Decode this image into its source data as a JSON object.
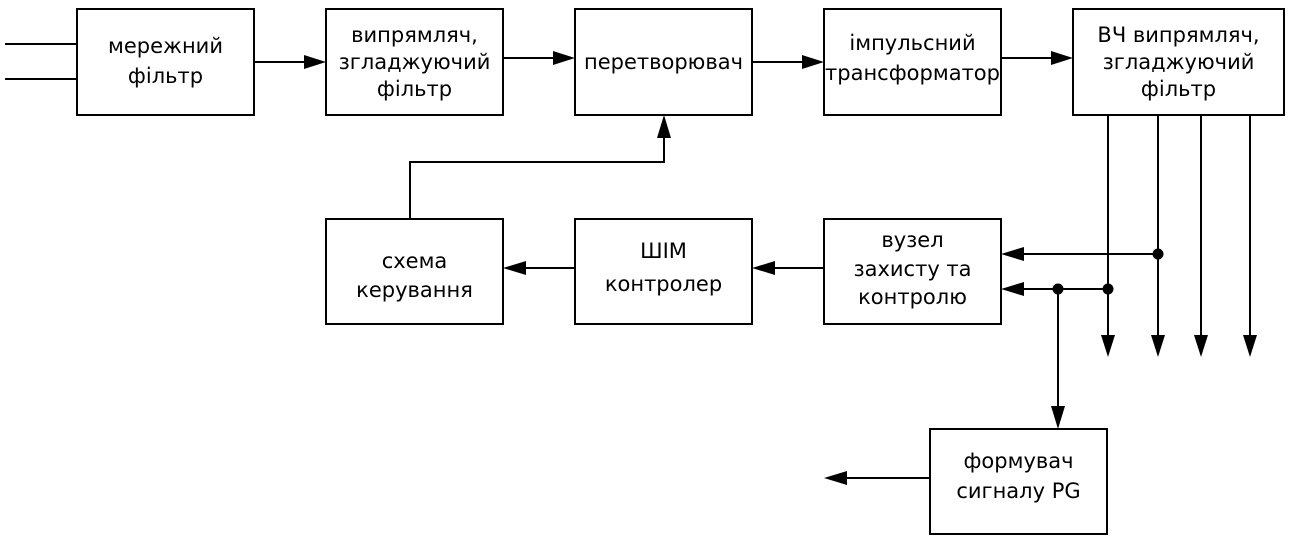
{
  "diagram": {
    "blocks": {
      "mains_filter": {
        "lines": [
          "мережний",
          "фільтр"
        ]
      },
      "rectifier_filter": {
        "lines": [
          "випрямляч,",
          "згладжуючий",
          "фільтр"
        ]
      },
      "converter": {
        "lines": [
          "перетворювач"
        ]
      },
      "pulse_transformer": {
        "lines": [
          "імпульсний",
          "трансформатор"
        ]
      },
      "hf_rectifier_filter": {
        "lines": [
          "ВЧ випрямляч,",
          "згладжуючий",
          "фільтр"
        ]
      },
      "control_circuit": {
        "lines": [
          "схема",
          "керування"
        ]
      },
      "pwm_controller": {
        "lines": [
          "ШІМ",
          "контролер"
        ]
      },
      "protection_unit": {
        "lines": [
          "вузел",
          "захисту та",
          "контролю"
        ]
      },
      "pg_former": {
        "lines": [
          "формувач",
          "сигналу PG"
        ]
      }
    },
    "colors": {
      "line": "#000000",
      "fill": "#ffffff"
    }
  }
}
